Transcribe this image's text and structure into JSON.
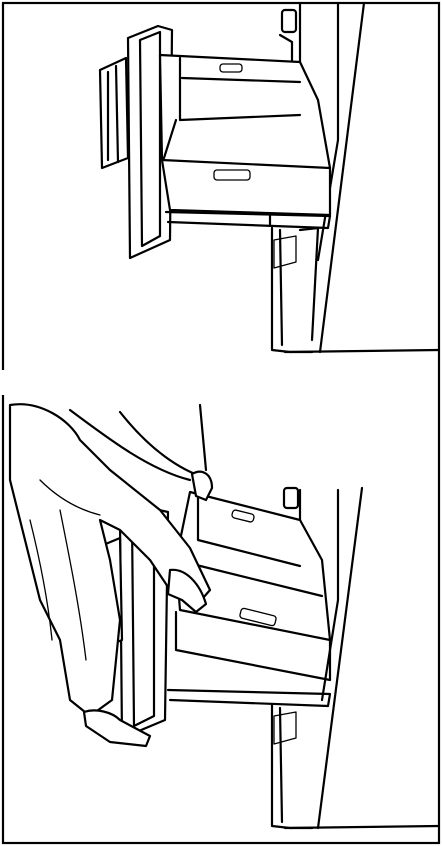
{
  "figure": {
    "panels": [
      {
        "id": "top",
        "description_hidden": true
      },
      {
        "id": "bottom",
        "description_hidden": true
      }
    ],
    "colors": {
      "ink": "#000000",
      "paper": "#ffffff"
    },
    "icons": [
      "refrigerator-freezer-drawer-illustration",
      "person-removing-bin-illustration"
    ]
  }
}
